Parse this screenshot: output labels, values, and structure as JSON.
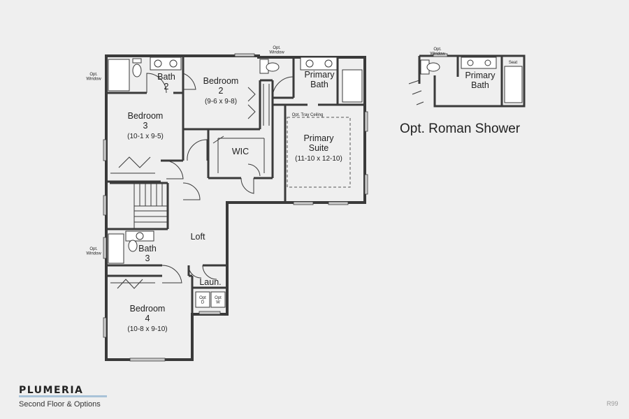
{
  "title": {
    "brand": "PLUMERIA",
    "subtitle": "Second Floor & Options",
    "code": "R99"
  },
  "rooms": {
    "bath2": {
      "line1": "Bath",
      "line2": "2"
    },
    "bedroom2": {
      "line1": "Bedroom",
      "line2": "2",
      "dims": "(9-6 x 9-8)"
    },
    "primary_bath": {
      "line1": "Primary",
      "line2": "Bath"
    },
    "bedroom3": {
      "line1": "Bedroom",
      "line2": "3",
      "dims": "(10-1 x 9-5)"
    },
    "wic": {
      "label": "WIC"
    },
    "primary_suite": {
      "line1": "Primary",
      "line2": "Suite",
      "dims": "(11-10 x 12-10)"
    },
    "loft": {
      "label": "Loft"
    },
    "bath3": {
      "line1": "Bath",
      "line2": "3"
    },
    "laundry": {
      "label": "Laun."
    },
    "bedroom4": {
      "line1": "Bedroom",
      "line2": "4",
      "dims": "(10-8 x 9-10)"
    }
  },
  "notes": {
    "opt_window": "Opt.\nWindow",
    "opt_tray_ceiling": "Opt. Tray Ceiling",
    "opt_dryer": "Opt\nD",
    "opt_washer": "Opt\nW"
  },
  "roman_shower": {
    "title": "Opt. Roman Shower",
    "bath_line1": "Primary",
    "bath_line2": "Bath",
    "seat_label": "Seat",
    "window_label": "Opt.\nWindow"
  },
  "colors": {
    "wall": "#3a3a3a",
    "background": "#efefef",
    "accent": "#a9c3d8"
  }
}
